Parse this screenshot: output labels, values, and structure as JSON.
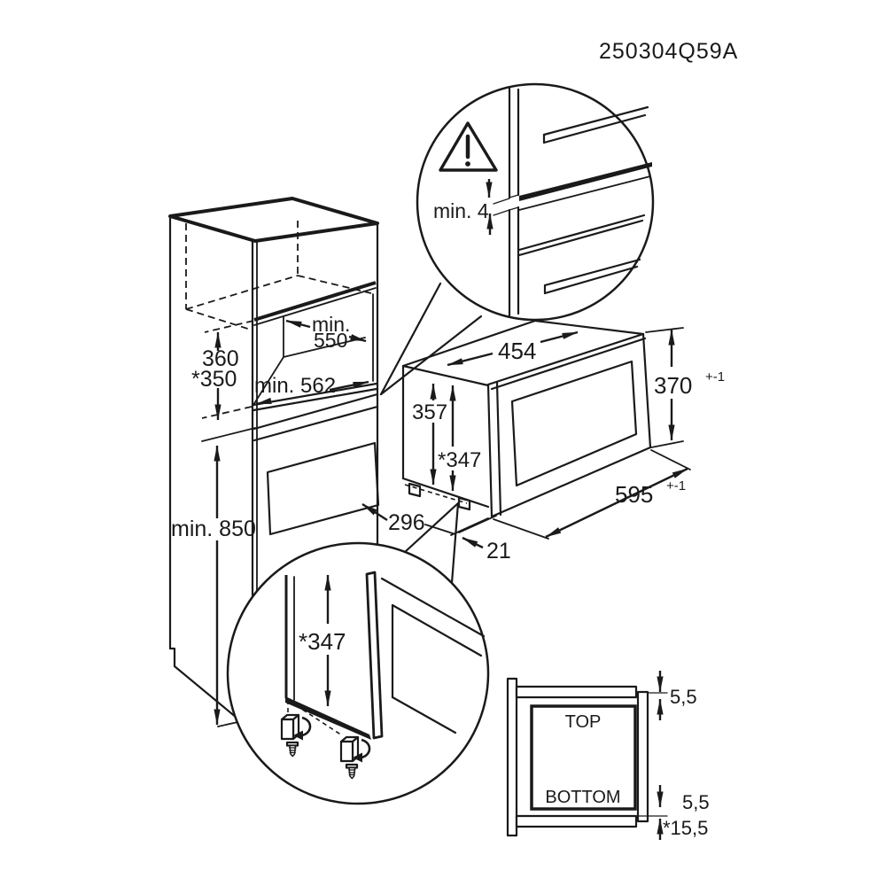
{
  "drawing_number": "250304Q59A",
  "top_detail": {
    "gap": "min. 4"
  },
  "cabinet": {
    "niche_width_word": "min.",
    "niche_width_value": "550",
    "niche_depth": "min. 562",
    "niche_height": "360",
    "niche_height_alt": "*350",
    "plinth_height": "min. 850",
    "door_height": "296"
  },
  "appliance": {
    "depth": "454",
    "body_height": "357",
    "body_height_alt": "*347",
    "front_height": "370",
    "front_height_tolerance": "+-1",
    "front_width": "595",
    "front_width_tolerance": "+-1",
    "frame_overhang": "21"
  },
  "bottom_detail": {
    "body_height_alt": "*347"
  },
  "section": {
    "top_label": "TOP",
    "bottom_label": "BOTTOM",
    "top_gap": "5,5",
    "bottom_gap": "5,5",
    "bottom_offset_alt": "*15,5"
  },
  "colors": {
    "line": "#1a1a1a",
    "background": "#ffffff"
  }
}
